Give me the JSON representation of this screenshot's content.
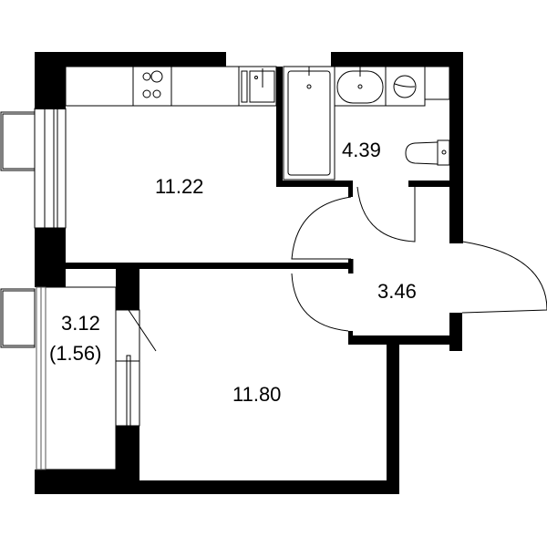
{
  "rooms": {
    "kitchen_living": {
      "area": "11.22"
    },
    "bathroom": {
      "area": "4.39"
    },
    "hallway": {
      "area": "3.46"
    },
    "bedroom": {
      "area": "11.80"
    },
    "balcony": {
      "area": "3.12",
      "reduced_area": "(1.56)"
    }
  },
  "colors": {
    "wall": "#000000",
    "background": "#ffffff"
  }
}
